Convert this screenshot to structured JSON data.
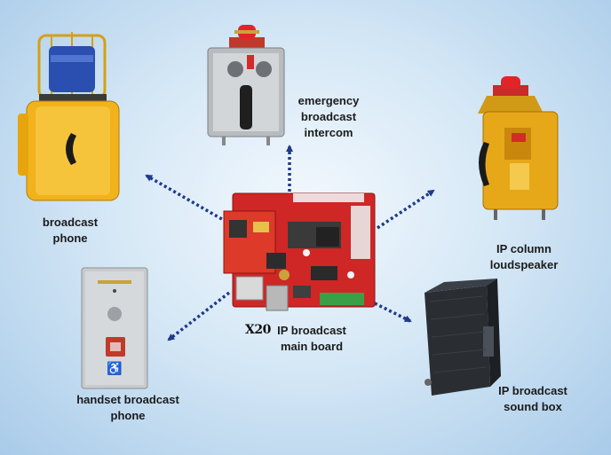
{
  "center": {
    "model": "X20",
    "label": "IP broadcast\nmain board",
    "icon": "circuit-board-icon"
  },
  "devices": {
    "emergency_intercom": {
      "label": "emergency\nbroadcast\nintercom",
      "icon": "intercom-icon"
    },
    "broadcast_phone": {
      "label": "broadcast\nphone",
      "icon": "yellow-phone-icon"
    },
    "column_loudspeaker": {
      "label": "IP column\nloudspeaker",
      "icon": "column-speaker-icon"
    },
    "handset_phone": {
      "label": "handset broadcast\nphone",
      "icon": "handset-phone-icon"
    },
    "sound_box": {
      "label": "IP broadcast\nsound box",
      "icon": "sound-box-icon"
    }
  },
  "colors": {
    "arrow": "#1f3a8a",
    "board": "#d42a2a",
    "phone_yellow": "#f2b21b",
    "beacon_red": "#d8231d"
  }
}
